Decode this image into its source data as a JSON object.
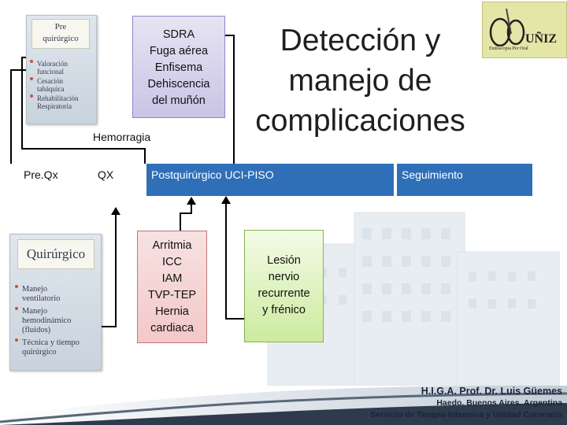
{
  "slide": {
    "title_line1": "Detección y",
    "title_line2": "manejo de",
    "title_line3": "complicaciones"
  },
  "logo": {
    "name": "UÑIZ",
    "subtitle": "Endoscopia Per Oral"
  },
  "thumb_preop": {
    "title_line1": "Pre",
    "title_line2": "quirúrgico",
    "items": [
      {
        "line1": "Valoración",
        "line2": "funcional"
      },
      {
        "line1": "Cesación",
        "line2": "tabáquica"
      },
      {
        "line1": "Rehabilitación",
        "line2": "Respiratoria"
      }
    ]
  },
  "thumb_intraop": {
    "title": "Quirúrgico",
    "items": [
      {
        "line1": "Manejo",
        "line2": "ventilatorio",
        "line3": ""
      },
      {
        "line1": "Manejo",
        "line2": "hemodinámico",
        "line3": "(fluidos)"
      },
      {
        "line1": "Técnica y tiempo",
        "line2": "quirúrgico",
        "line3": ""
      }
    ]
  },
  "box_respiratory": {
    "lines": [
      "SDRA",
      "Fuga aérea",
      "Enfisema",
      "Dehiscencia",
      "del muñón"
    ]
  },
  "hemorrhage_label": "Hemorragia",
  "timeline": {
    "preqx": "Pre.Qx",
    "qx": "QX",
    "postqx": "Postquirúrgico UCI-PISO",
    "followup": "Seguimiento"
  },
  "box_cardiac": {
    "lines": [
      "Arritmia",
      "ICC",
      "IAM",
      "TVP-TEP",
      "Hernia",
      "cardiaca"
    ]
  },
  "box_nerve": {
    "lines": [
      "Lesión",
      "nervio",
      "recurrente",
      "y frénico"
    ]
  },
  "footer": {
    "line1": "H.I.G.A. Prof. Dr. Luis Güemes",
    "line2": "Haedo. Buenos Aires. Argentina",
    "line3": "Servicio de Terapia Intensiva y Unidad Coronaria"
  },
  "colors": {
    "timeline_bar": "#2f6fb8",
    "title": "#1f1f1f",
    "bullet": "#c6553b"
  }
}
